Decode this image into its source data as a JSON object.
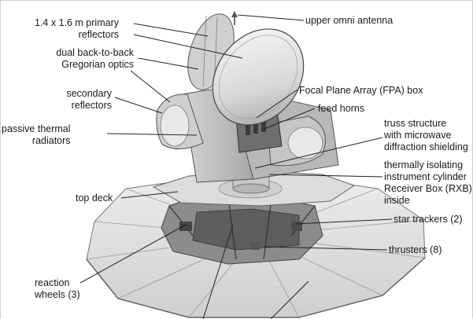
{
  "labels": {
    "primary_reflectors": [
      "1.4 x 1.6 m primary",
      "reflectors"
    ],
    "upper_omni_antenna": "upper omni antenna",
    "gregorian_optics": [
      "dual back-to-back",
      "Gregorian optics"
    ],
    "secondary_reflectors": [
      "secondary",
      "reflectors"
    ],
    "fpa_box": "Focal Plane Array (FPA) box",
    "feed_horns": "feed horns",
    "passive_radiators": [
      "passive thermal",
      "radiators"
    ],
    "truss_structure": [
      "truss structure",
      "with microwave",
      "diffraction shielding"
    ],
    "instrument_cylinder": [
      "thermally isolating",
      "instrument cylinder",
      "Receiver Box (RXB)",
      "inside"
    ],
    "top_deck": "top deck",
    "star_trackers": "star trackers (2)",
    "thrusters": "thrusters (8)",
    "reaction_wheels": [
      "reaction",
      "wheels (3)"
    ]
  },
  "colors": {
    "line": "#2a2a2a",
    "body_light": "#e6e6e6",
    "body_mid": "#bdbdbd",
    "body_dark": "#7a7a7a"
  }
}
